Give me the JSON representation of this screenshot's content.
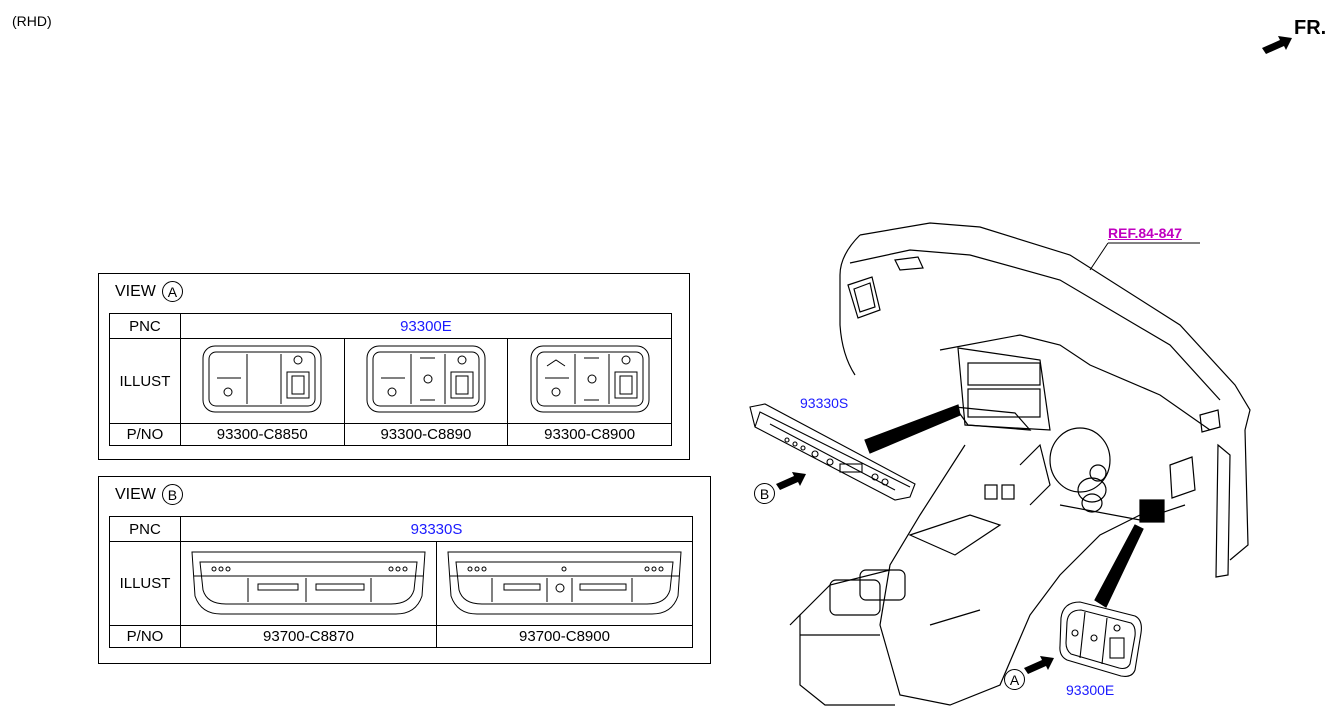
{
  "header": {
    "rhd_label": "(RHD)",
    "fr_label": "FR."
  },
  "ref_label": "REF.84-847",
  "callouts": {
    "part_b": "93330S",
    "part_a": "93300E",
    "view_b_marker": "B",
    "view_a_marker": "A"
  },
  "view_a": {
    "title": "VIEW",
    "marker": "A",
    "row_labels": {
      "pnc": "PNC",
      "illust": "ILLUST",
      "pno": "P/NO"
    },
    "pnc": "93300E",
    "part_numbers": [
      "93300-C8850",
      "93300-C8890",
      "93300-C8900"
    ]
  },
  "view_b": {
    "title": "VIEW",
    "marker": "B",
    "row_labels": {
      "pnc": "PNC",
      "illust": "ILLUST",
      "pno": "P/NO"
    },
    "pnc": "93330S",
    "part_numbers": [
      "93700-C8870",
      "93700-C8900"
    ]
  },
  "colors": {
    "pnc_blue": "#1a1aff",
    "ref_magenta": "#c000c0",
    "line": "#000000"
  }
}
